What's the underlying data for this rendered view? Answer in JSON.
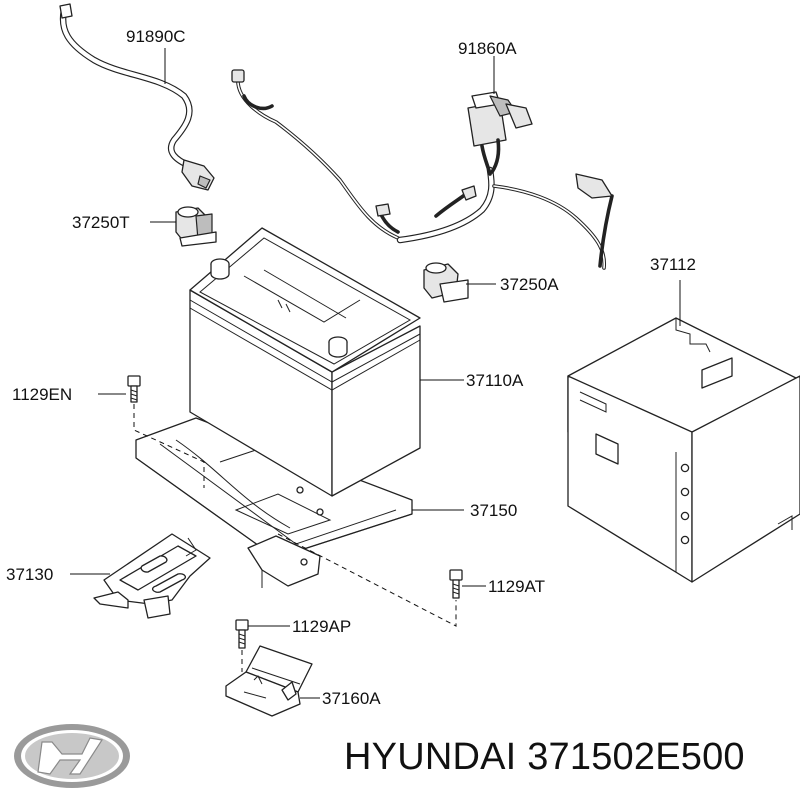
{
  "callouts": [
    {
      "id": "91890C",
      "label": "91890C"
    },
    {
      "id": "91860A",
      "label": "91860A"
    },
    {
      "id": "37250T",
      "label": "37250T"
    },
    {
      "id": "37112",
      "label": "37112"
    },
    {
      "id": "37250A",
      "label": "37250A"
    },
    {
      "id": "1129EN",
      "label": "1129EN"
    },
    {
      "id": "37110A",
      "label": "37110A"
    },
    {
      "id": "37150",
      "label": "37150"
    },
    {
      "id": "37130",
      "label": "37130"
    },
    {
      "id": "1129AT",
      "label": "1129AT"
    },
    {
      "id": "1129AP",
      "label": "1129AP"
    },
    {
      "id": "37160A",
      "label": "37160A"
    }
  ],
  "caption": {
    "brand": "HYUNDAI",
    "part_number": "371502E500"
  },
  "logo": {
    "icon": "hyundai-logo-icon"
  },
  "colors": {
    "line": "#222222",
    "text": "#111111",
    "background": "#ffffff"
  }
}
